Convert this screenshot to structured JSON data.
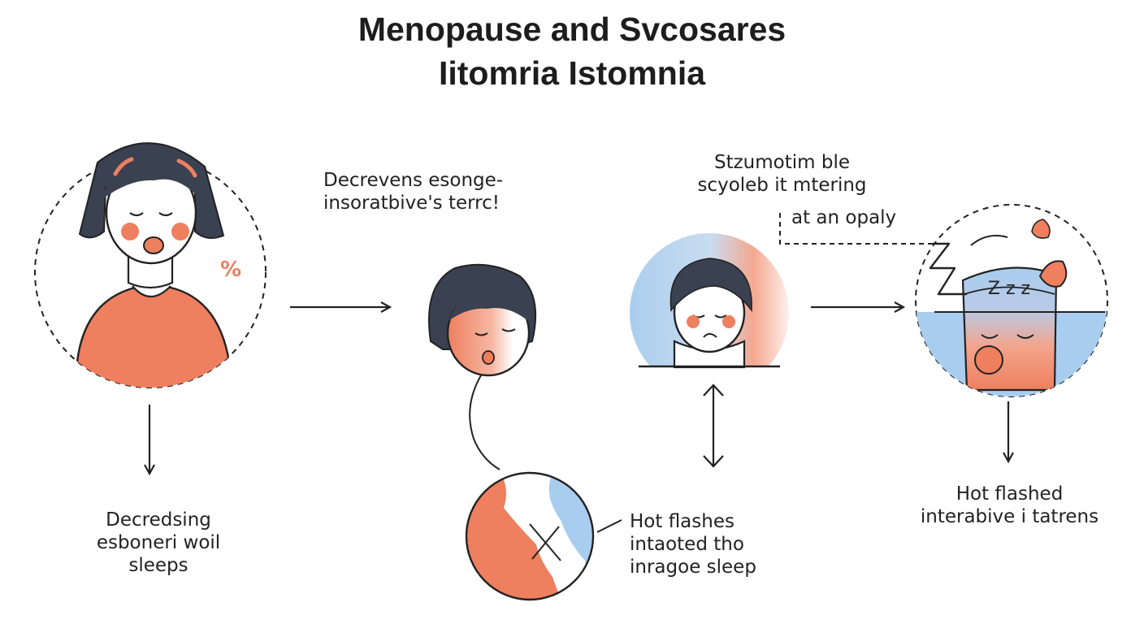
{
  "title": {
    "line1": "Menopause and Svcosares",
    "line2": "Iitomria Istomnia"
  },
  "labels": {
    "top_middle": [
      "Decrevens esonge-",
      "insoratbive's terrc!"
    ],
    "top_right": [
      "Stzumotim ble",
      "scyoleb it mtering"
    ],
    "top_right_note": "at an opaly",
    "bottom_left": [
      "Decredsing",
      "esboneri woil",
      "sleeps"
    ],
    "bottom_middle": [
      "Hot flashes",
      "intaoted tho",
      "inragoe sleep"
    ],
    "bottom_right": [
      "Hot flashed",
      "interabive i tatrens"
    ]
  },
  "symbols": {
    "percent": "%",
    "zzz": "Z z z"
  },
  "colors": {
    "coral": "#ee7f5f",
    "blue": "#a9cdee",
    "hair": "#3a4150",
    "ink": "#222222",
    "skin": "#ffffff"
  }
}
